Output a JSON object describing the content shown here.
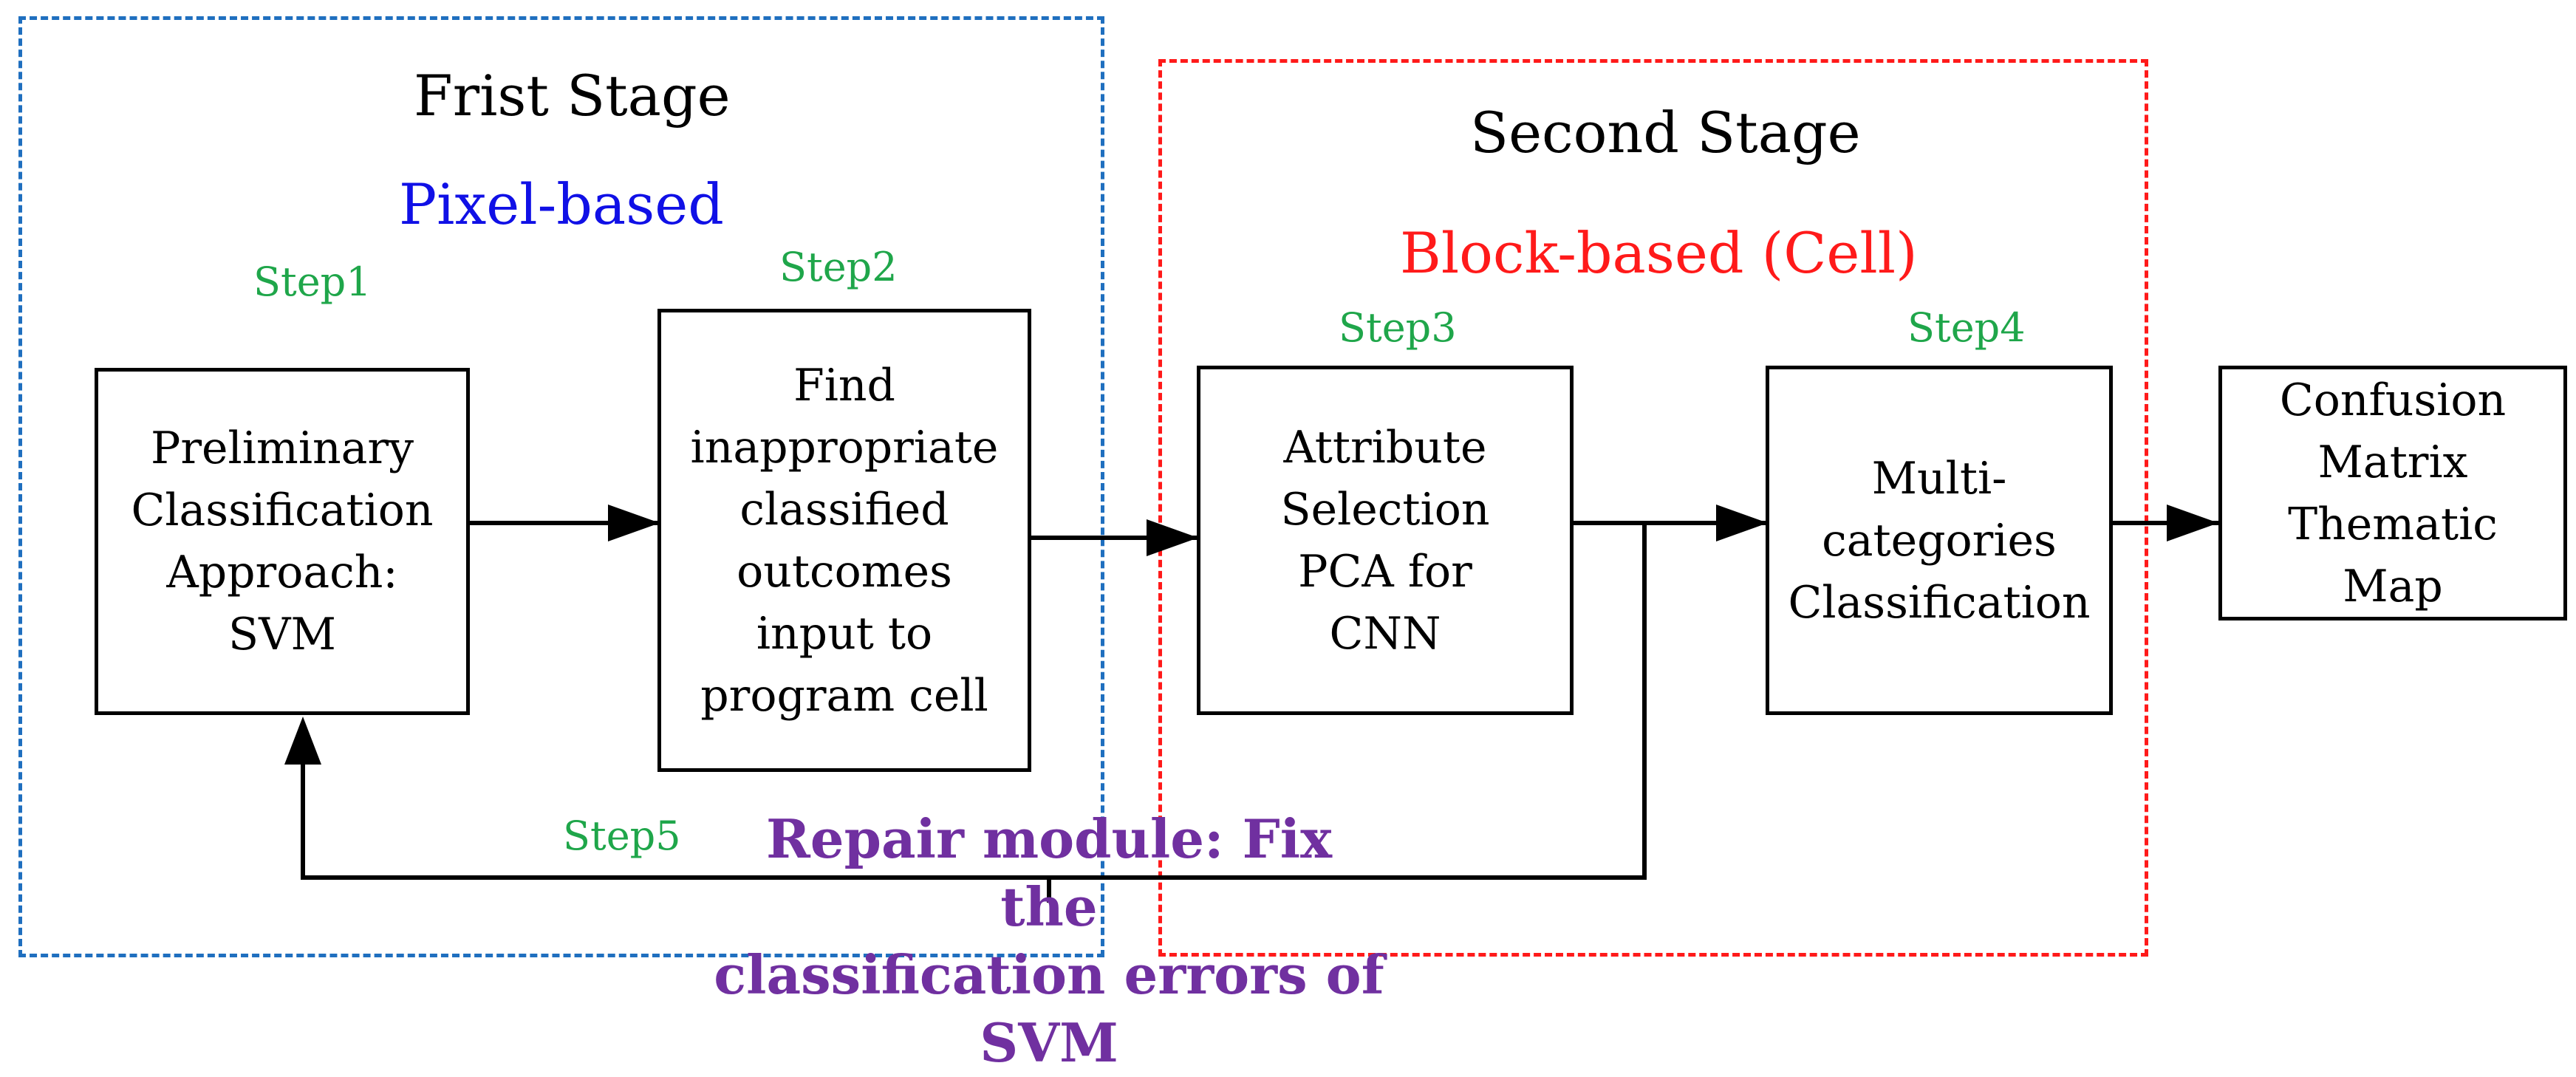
{
  "stages": {
    "first": {
      "title": "Frist Stage",
      "subtitle": "Pixel-based"
    },
    "second": {
      "title": "Second Stage",
      "subtitle": "Block-based (Cell)"
    }
  },
  "steps": {
    "step1": "Step1",
    "step2": "Step2",
    "step3": "Step3",
    "step4": "Step4",
    "step5": "Step5"
  },
  "boxes": {
    "svm": "Preliminary\nClassification\nApproach:\nSVM",
    "find": "Find\ninappropriate\nclassified\noutcomes\ninput to\nprogram cell",
    "attribute": "Attribute\nSelection\nPCA for\nCNN",
    "multi": "Multi-\ncategories\nClassification",
    "confusion": "Confusion\nMatrix\nThematic\nMap"
  },
  "repair": "Repair module: Fix the\nclassification errors of\nSVM",
  "colors": {
    "first_stage_border": "#1f6fbf",
    "second_stage_border": "#ff1a1a",
    "pixel_based": "#1010e6",
    "block_based": "#ff1a1a",
    "step": "#1fa64a",
    "repair": "#7030a0"
  }
}
